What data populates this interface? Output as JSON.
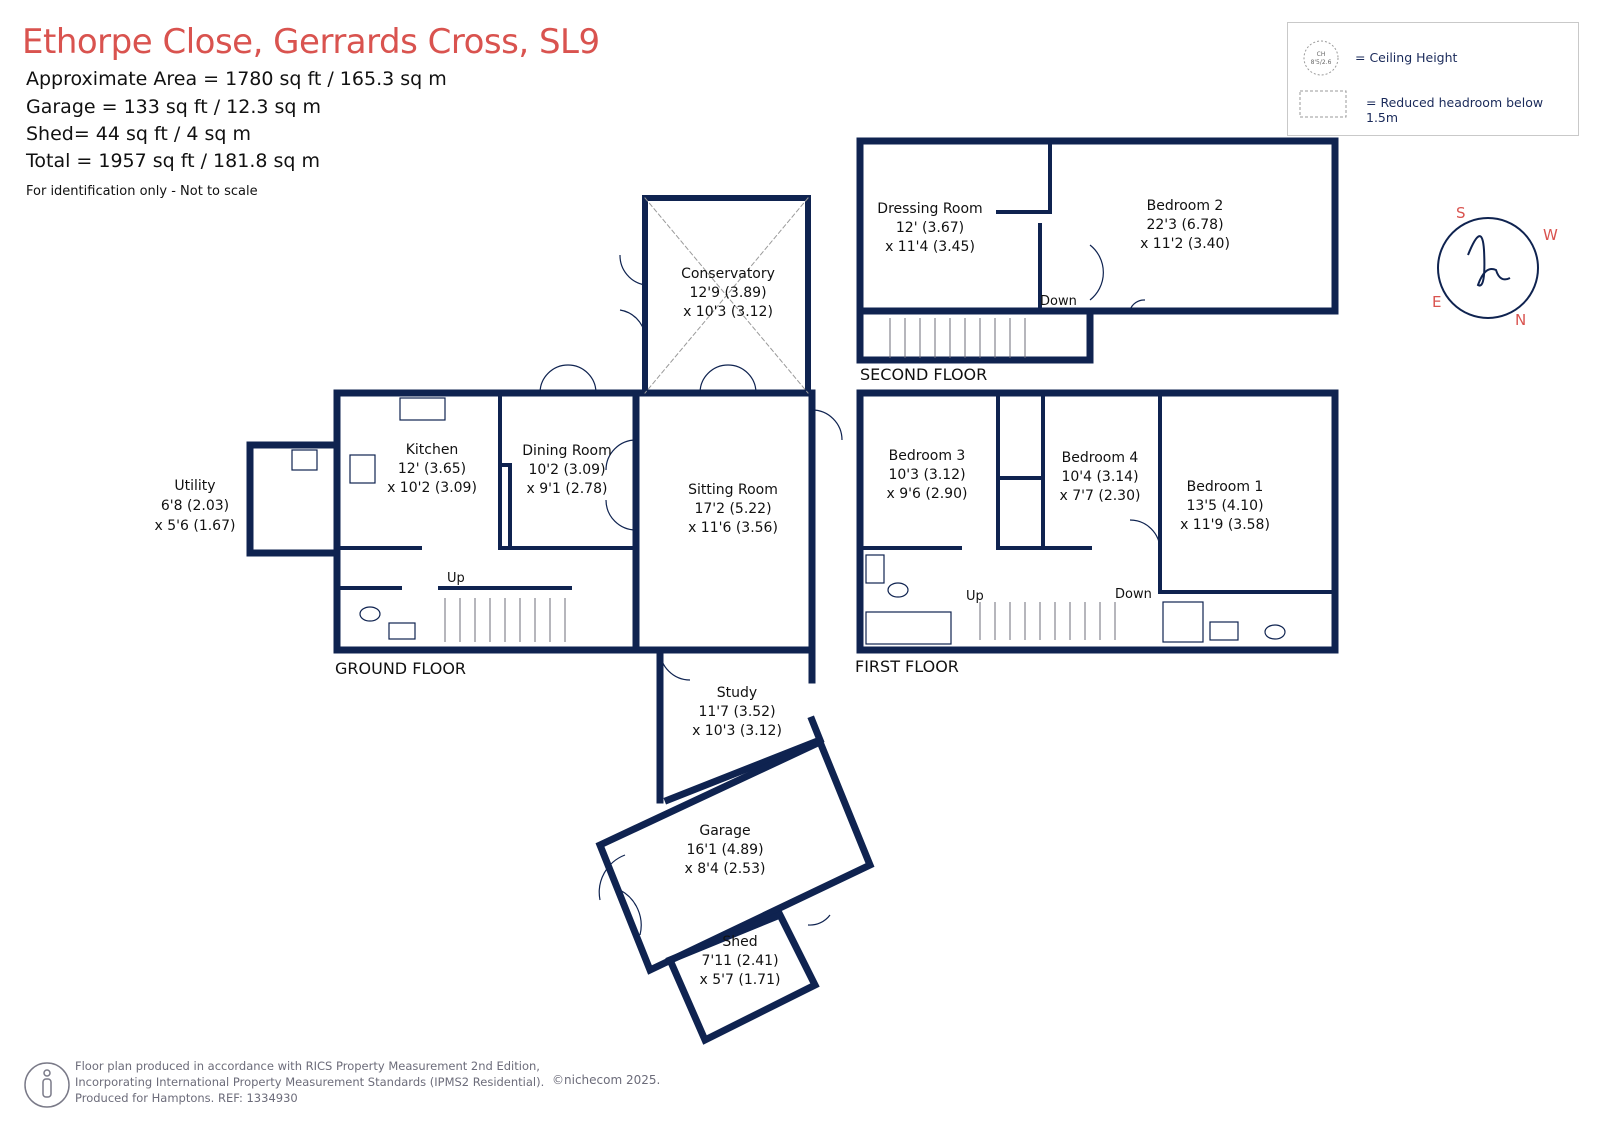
{
  "header": {
    "title": "Ethorpe Close, Gerrards Cross, SL9",
    "lines": [
      "Approximate Area = 1780 sq ft / 165.3 sq m",
      "Garage = 133 sq ft / 12.3 sq m",
      "Shed= 44 sq ft / 4 sq m",
      "Total = 1957 sq ft / 181.8 sq m"
    ],
    "note": "For identification only - Not to scale"
  },
  "legend": {
    "ceiling_symbol": "CH\n8'5/2.6",
    "ceiling_label": "= Ceiling Height",
    "headroom_label": "= Reduced headroom below 1.5m"
  },
  "compass": {
    "s": "S",
    "w": "W",
    "n": "N",
    "e": "E",
    "logo_icon": "h-logo-icon"
  },
  "floors": {
    "ground": "GROUND FLOOR",
    "first": "FIRST FLOOR",
    "second": "SECOND FLOOR"
  },
  "rooms": {
    "utility": [
      "Utility",
      "6'8 (2.03)",
      "x 5'6 (1.67)"
    ],
    "kitchen": [
      "Kitchen",
      "12' (3.65)",
      "x 10'2 (3.09)"
    ],
    "dining": [
      "Dining Room",
      "10'2 (3.09)",
      "x 9'1 (2.78)"
    ],
    "conservatory": [
      "Conservatory",
      "12'9 (3.89)",
      "x 10'3 (3.12)"
    ],
    "sitting": [
      "Sitting Room",
      "17'2 (5.22)",
      "x 11'6 (3.56)"
    ],
    "study": [
      "Study",
      "11'7 (3.52)",
      "x 10'3 (3.12)"
    ],
    "garage": [
      "Garage",
      "16'1 (4.89)",
      "x 8'4 (2.53)"
    ],
    "shed": [
      "Shed",
      "7'11 (2.41)",
      "x 5'7 (1.71)"
    ],
    "dressing": [
      "Dressing Room",
      "12' (3.67)",
      "x 11'4 (3.45)"
    ],
    "bedroom2": [
      "Bedroom 2",
      "22'3 (6.78)",
      "x 11'2 (3.40)"
    ],
    "bedroom3": [
      "Bedroom 3",
      "10'3 (3.12)",
      "x 9'6 (2.90)"
    ],
    "bedroom4": [
      "Bedroom 4",
      "10'4 (3.14)",
      "x 7'7 (2.30)"
    ],
    "bedroom1": [
      "Bedroom 1",
      "13'5 (4.10)",
      "x 11'9 (3.58)"
    ]
  },
  "stairs": {
    "ground_up": "Up",
    "first_up": "Up",
    "first_down": "Down",
    "second_down": "Down"
  },
  "footer": {
    "lines": [
      "Floor plan produced in accordance with RICS Property Measurement 2nd Edition,",
      "Incorporating International Property Measurement Standards (IPMS2 Residential).",
      "Produced for Hamptons.  REF:  1334930"
    ],
    "brand": "©nichecom 2025.",
    "info_icon": "person-info-icon"
  },
  "colors": {
    "wall": "#0f2350",
    "title": "#d9534f",
    "compass": "#d9534f"
  }
}
